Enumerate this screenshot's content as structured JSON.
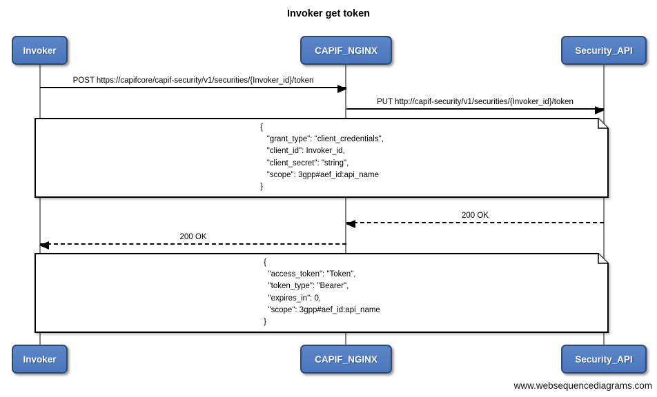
{
  "title": "Invoker get token",
  "participants": [
    {
      "name": "Invoker"
    },
    {
      "name": "CAPIF_NGINX"
    },
    {
      "name": "Security_API"
    }
  ],
  "messages": [
    {
      "label": "POST https://capifcore/capif-security/v1/securities/{Invoker_id}/token",
      "style": "solid",
      "direction": "right",
      "from": "Invoker",
      "to": "CAPIF_NGINX"
    },
    {
      "label": "PUT http://capif-security/v1/securities/{Invoker_id}/token",
      "style": "solid",
      "direction": "right",
      "from": "CAPIF_NGINX",
      "to": "Security_API"
    },
    {
      "label": "200 OK",
      "style": "dashed",
      "direction": "left",
      "from": "Security_API",
      "to": "CAPIF_NGINX"
    },
    {
      "label": "200 OK",
      "style": "dashed",
      "direction": "left",
      "from": "CAPIF_NGINX",
      "to": "Invoker"
    }
  ],
  "notes": [
    {
      "text": "{\n   \"grant_type\": \"client_credentials\",\n   \"client_id\": Invoker_id,\n   \"client_secret\": \"string\",\n   \"scope\": 3gpp#aef_id:api_name\n}"
    },
    {
      "text": "{\n  \"access_token\": \"Token\",\n  \"token_type\": \"Bearer\",\n  \"expires_in\": 0,\n  \"scope\": 3gpp#aef_id:api_name\n}"
    }
  ],
  "footer": "www.websequencediagrams.com",
  "colors": {
    "actor_fill": "#4b76bd",
    "actor_border": "#2b4a75",
    "lifeline": "#828282",
    "message_line": "#000000",
    "note_fill": "#ffffff"
  }
}
